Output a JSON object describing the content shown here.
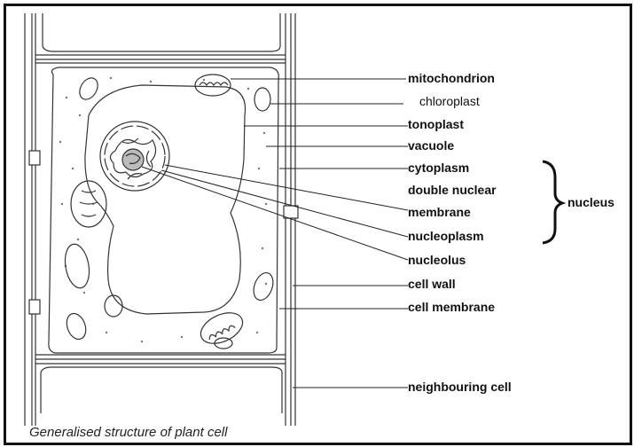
{
  "labels": {
    "mitochondrion": "mitochondrion",
    "chloroplast": "chloroplast",
    "tonoplast": "tonoplast",
    "vacuole": "vacuole",
    "cytoplasm": "cytoplasm",
    "double_nuclear_1": "double nuclear",
    "double_nuclear_2": "membrane",
    "nucleoplasm": "nucleoplasm",
    "nucleolus": "nucleolus",
    "cell_wall": "cell wall",
    "cell_membrane": "cell membrane",
    "neighbouring_cell": "neighbouring cell",
    "nucleus": "nucleus"
  },
  "caption": "Generalised structure of plant cell"
}
